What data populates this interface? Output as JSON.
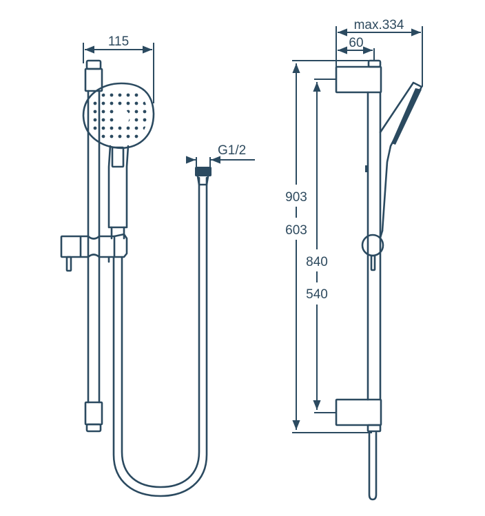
{
  "drawing": {
    "subject": "Shower rail set with hand shower and hose",
    "line_color": "#2b4a60",
    "text_color": "#2e4a5e",
    "background": "#ffffff"
  },
  "front_view": {
    "dimensions": {
      "head_width": "115"
    }
  },
  "hose_view": {
    "dimensions": {
      "connection_thread": "G1/2"
    }
  },
  "side_view": {
    "dimensions": {
      "max_projection": "max.334",
      "bracket_projection": "60",
      "total_height_a": "903",
      "total_height_b": "603",
      "bracket_spacing_a": "840",
      "bracket_spacing_b": "540"
    }
  }
}
